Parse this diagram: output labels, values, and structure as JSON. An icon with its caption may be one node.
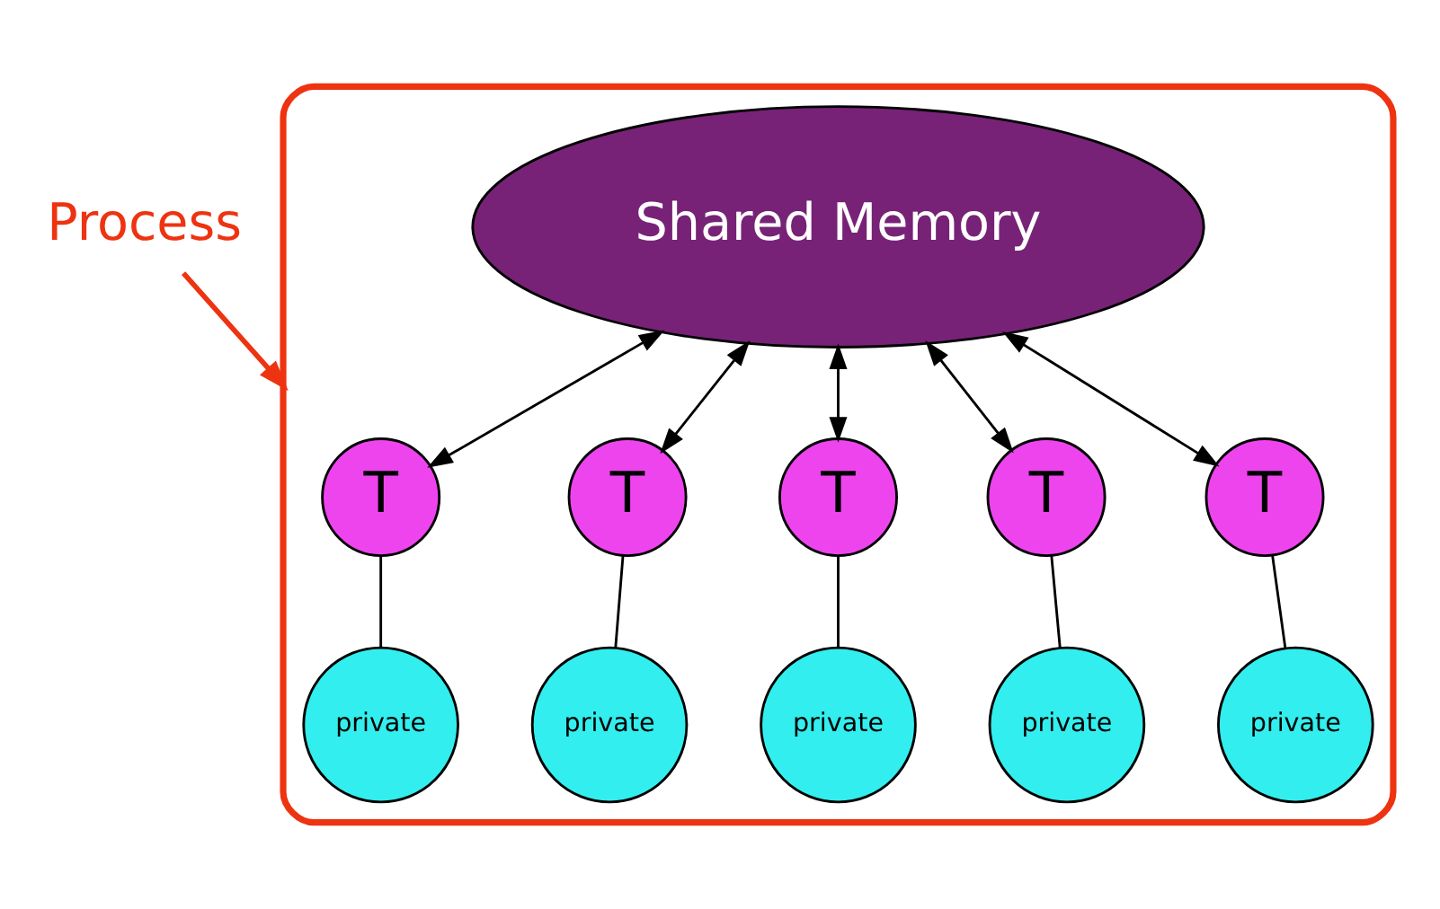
{
  "diagram": {
    "nodes": [
      {
        "text": [
          "Process"
        ]
      },
      {
        "text": [],
        "shape": "ellipse"
      },
      {
        "text": [
          "T"
        ],
        "in": 1
      },
      {
        "text": [
          "private"
        ],
        "in": 1
      },
      {
        "text": [
          "T"
        ],
        "in": 1
      },
      {
        "text": [
          "private"
        ],
        "in": 1
      },
      {
        "text": [
          "Shared Memory"
        ],
        "in": 1
      },
      {
        "text": [
          "T"
        ],
        "in": 1
      },
      {
        "text": [
          "private"
        ],
        "in": 1
      },
      {
        "text": [
          "T"
        ],
        "in": 1
      },
      {
        "text": [
          "private"
        ],
        "in": 1
      },
      {
        "text": [
          "private"
        ],
        "in": 1
      },
      {
        "text": [
          "T"
        ],
        "in": 1
      }
    ],
    "edges": [
      {
        "from": 0,
        "to": 1,
        "arrow": "to",
        "color": "#ee3311"
      },
      {
        "from": 2,
        "to": 3,
        "arrow": "none"
      },
      {
        "from": 4,
        "to": 5,
        "arrow": "none"
      },
      {
        "from": 6,
        "to": 2,
        "arrow": "both"
      },
      {
        "from": 6,
        "to": 4,
        "arrow": "both"
      },
      {
        "from": 6,
        "to": 7,
        "arrow": "both"
      },
      {
        "from": 6,
        "to": 9,
        "arrow": "both"
      },
      {
        "from": 6,
        "to": 12,
        "arrow": "both"
      },
      {
        "from": 7,
        "to": 8,
        "arrow": "none"
      },
      {
        "from": 9,
        "to": 10,
        "arrow": "none"
      },
      {
        "from": 12,
        "to": 11,
        "arrow": "none"
      }
    ]
  }
}
